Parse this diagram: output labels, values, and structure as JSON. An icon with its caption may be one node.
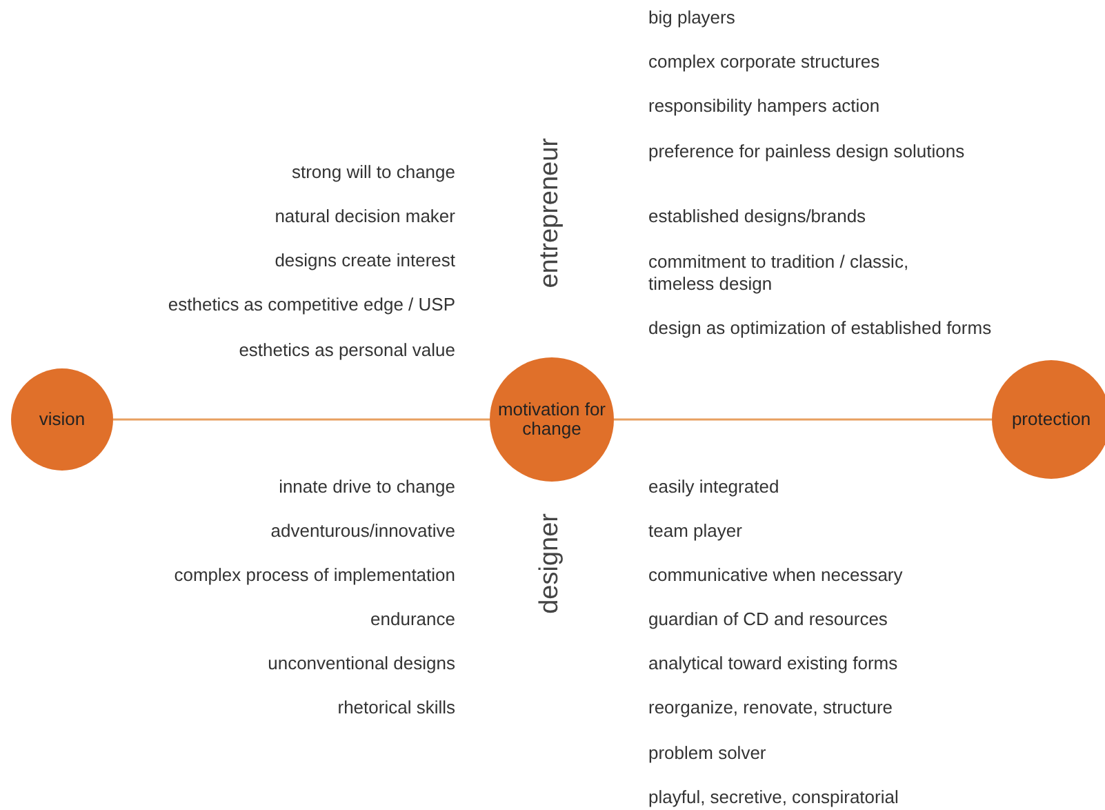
{
  "diagram": {
    "nodes": [
      {
        "text": [
          "vision"
        ]
      },
      {
        "text": [
          "motivation for change"
        ]
      },
      {
        "text": [
          "protection"
        ]
      }
    ],
    "edges": [
      {
        "from": 0,
        "to": 1,
        "arrow": "none"
      },
      {
        "from": 1,
        "to": 2,
        "arrow": "none"
      }
    ],
    "labels": [
      "big players",
      "complex corporate structures",
      "responsibility hampers action",
      "preference for painless design solutions",
      "established designs/brands",
      "commitment to tradition / classic, timeless design",
      "design as optimization of established forms",
      "entrepreneur",
      "strong will to change",
      "natural decision maker",
      "designs create interest",
      "esthetics as competitive edge / USP",
      "esthetics as personal value",
      "innate drive to change",
      "adventurous/innovative",
      "complex process of implementation",
      "endurance",
      "unconventional designs",
      "rhetorical skills",
      "designer",
      "easily integrated",
      "team player",
      "communicative when necessary",
      "guardian of CD and resources",
      "analytical toward existing forms",
      "reorganize, renovate, structure",
      "problem solver",
      "playful, secretive, conspiratorial"
    ]
  }
}
